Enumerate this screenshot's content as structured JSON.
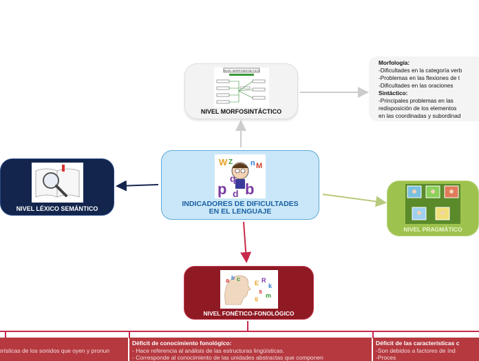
{
  "central": {
    "title_line1": "INDICADORES DE DIFICULTADES",
    "title_line2": "EN EL LENGUAJE"
  },
  "nodes": {
    "morfosintactico": {
      "label": "NIVEL MORFOSINTÁCTICO",
      "thumb_title": "NIVEL MORFOSINTÁCTICO"
    },
    "lexico_semantico": {
      "label": "NIVEL LÉXICO SEMÁNTICO"
    },
    "pragmatico": {
      "label": "NIVEL PRAGMÁTICO"
    },
    "fonetico_fonologico": {
      "label": "NIVEL FONÉTICO-FONOLÓGICO"
    }
  },
  "morf_details": {
    "heading1": "Morfología:",
    "line1": "-Dificultades en la categoría verb",
    "line2": "-Problemas en las flexiones de t",
    "line3": "-Dificultades  en  las  oraciones",
    "heading2": "Sintáctico:",
    "line4": "-Principales  problemas  en  las",
    "line5": "redisposición  de  los  elementos",
    "line6": "en las coordinadas y subordinad"
  },
  "bottom": {
    "left": {
      "line1": "erísticas de los sonidos que oyen y pronun"
    },
    "middle": {
      "heading": "Déficit de conocimiento fonológico:",
      "line1": "- Hace referencia al análisis de las estructuras lingüísticas.",
      "line2": "- Corresponde al conocimiento de las unidades abstractas que componen"
    },
    "right": {
      "heading": "Déficit de las características c",
      "line1": "-Son  debidos  a  factores  de  índ",
      "line2": "-Proces"
    }
  },
  "colors": {
    "central_fill": "#c9e7f8",
    "lexico_fill": "#13254d",
    "pragmatico_fill": "#9ec24e",
    "fonetico_fill": "#8f1a24",
    "bottom_line": "#c8284a"
  }
}
